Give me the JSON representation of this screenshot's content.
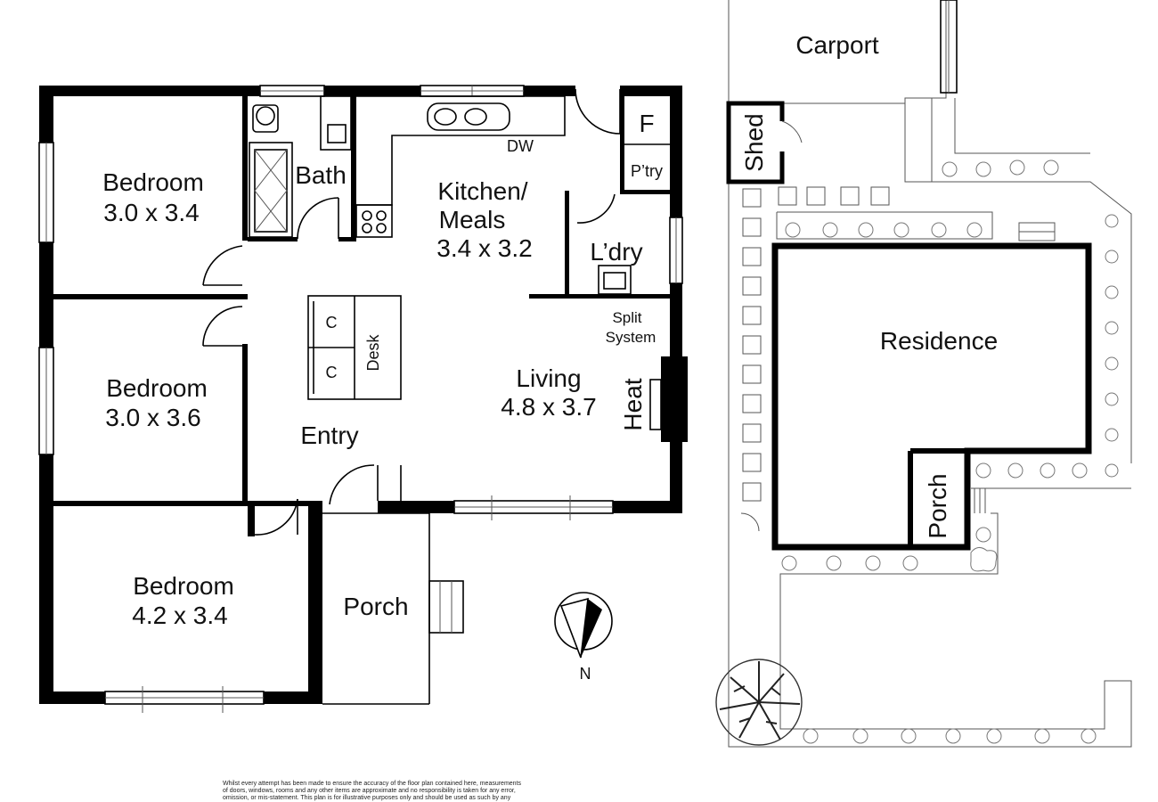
{
  "rooms": {
    "bedroom1": {
      "name": "Bedroom",
      "size": "3.0 x 3.4"
    },
    "bedroom2": {
      "name": "Bedroom",
      "size": "3.0 x 3.6"
    },
    "bedroom3": {
      "name": "Bedroom",
      "size": "4.2 x 3.4"
    },
    "bath": "Bath",
    "kitchen": {
      "name_line1": "Kitchen/",
      "name_line2": "Meals",
      "size": "3.4 x 3.2"
    },
    "laundry": "L’dry",
    "pantry": "P’try",
    "fridge": "F",
    "dishwasher": "DW",
    "split_system": {
      "line1": "Split",
      "line2": "System"
    },
    "living": {
      "name": "Living",
      "size": "4.8 x 3.7"
    },
    "heat": "Heat",
    "entry": "Entry",
    "cupboard": "C",
    "desk": "Desk",
    "porch": "Porch"
  },
  "site": {
    "carport": "Carport",
    "shed": "Shed",
    "residence": "Residence",
    "porch": "Porch"
  },
  "compass": {
    "label": "N"
  },
  "disclaimer": {
    "line1": "Whilst every attempt has been made to ensure the accuracy of the floor plan contained here, measurements",
    "line2": "of doors, windows, rooms and any other items are approximate and no responsibility is taken for any error,",
    "line3": "omission, or mis-statement. This plan is for illustrative purposes only and should be used as such by any"
  }
}
